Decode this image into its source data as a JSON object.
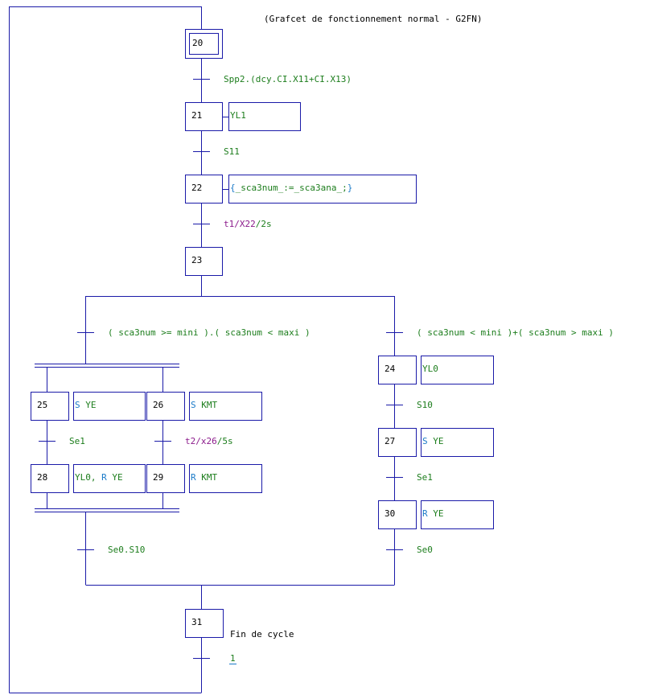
{
  "title": "(Grafcet de fonctionnement normal - G2FN)",
  "colors": {
    "line": "#1a1aa8",
    "text": "#000000",
    "green": "#1c7d1c",
    "magenta": "#8b1a8b",
    "blue": "#1a7ac8"
  },
  "steps": {
    "s20": "20",
    "s21": "21",
    "s22": "22",
    "s23": "23",
    "s24": "24",
    "s25": "25",
    "s26": "26",
    "s27": "27",
    "s28": "28",
    "s29": "29",
    "s30": "30",
    "s31": "31"
  },
  "actions": {
    "a21": "YL1",
    "a22_open": "{",
    "a22_body": "_sca3num_:=_sca3ana_;",
    "a22_close": "}",
    "a24": "YL0",
    "a25_q": "S",
    "a25_v": " YE",
    "a26_q": "S",
    "a26_v": " KMT",
    "a27_q": "S",
    "a27_v": " YE",
    "a28_v1": "YL0, ",
    "a28_q": "R",
    "a28_v2": " YE",
    "a29_q": "R",
    "a29_v": " KMT",
    "a30_q": "R",
    "a30_v": " YE"
  },
  "transitions": {
    "t20": "Spp2.(dcy.CI.X11+CI.X13)",
    "t21": "S11",
    "t22_a": "t1/",
    "t22_b": "X22",
    "t22_c": "/2s",
    "t23_left": "( sca3num >= mini ).( sca3num < maxi )",
    "t23_right": "( sca3num < mini )+( sca3num > maxi )",
    "t25": "Se1",
    "t26_a": "t2/",
    "t26_b": "x26",
    "t26_c": "/5s",
    "t_join": "Se0.S10",
    "t24": "S10",
    "t27": "Se1",
    "t30": "Se0",
    "t31": "1"
  },
  "comments": {
    "c31": "Fin de cycle"
  }
}
